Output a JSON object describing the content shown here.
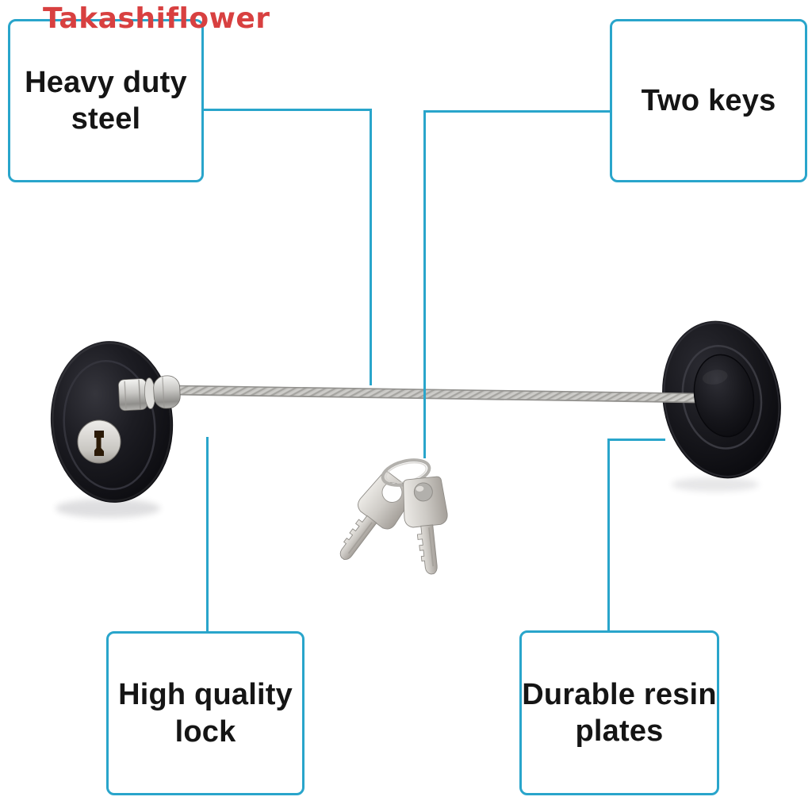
{
  "brand": {
    "name": "Takashiflower"
  },
  "callouts": {
    "heavy_duty_steel": {
      "lines": [
        "Heavy duty",
        "steel"
      ]
    },
    "two_keys": {
      "lines": [
        "Two keys"
      ]
    },
    "high_quality_lock": {
      "lines": [
        "High quality",
        "lock"
      ]
    },
    "durable_resin_plates": {
      "lines": [
        "Durable resin",
        "plates"
      ]
    }
  },
  "colors": {
    "callout_border": "#29a5cb",
    "connector_line": "#29a5cb",
    "brand_text": "#d84040",
    "label_text": "#151515",
    "background": "#ffffff",
    "lock_black": "#17171c",
    "steel_silver": "#c6c5c2"
  },
  "product": {
    "parts": [
      "lock-body",
      "keyhole",
      "cable-fitting",
      "steel-cable",
      "key-ring",
      "key-back",
      "key-front",
      "resin-plate",
      "resin-plate-dome"
    ]
  }
}
